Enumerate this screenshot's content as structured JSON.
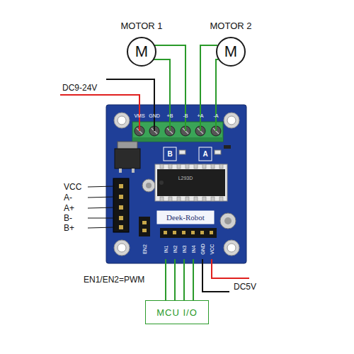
{
  "diagram": {
    "nodes": [
      {
        "text": [
          "MOTOR 1",
          "M"
        ]
      },
      {
        "text": [
          "MOTOR 2",
          "M"
        ]
      },
      {
        "text": [
          "MCU I/O"
        ]
      }
    ],
    "labels": [
      "DC9-24V",
      "VMS",
      "GND",
      "+B",
      "-B",
      "+A",
      "-A",
      "B",
      "A",
      "L293D",
      "VCC",
      "A-",
      "A+",
      "B-",
      "B+",
      "Deek-Robot",
      "EN2",
      "IN1",
      "IN2",
      "IN3",
      "IN4",
      "GND",
      "VCC",
      "EN1/EN2=PWM",
      "DC5V"
    ]
  }
}
